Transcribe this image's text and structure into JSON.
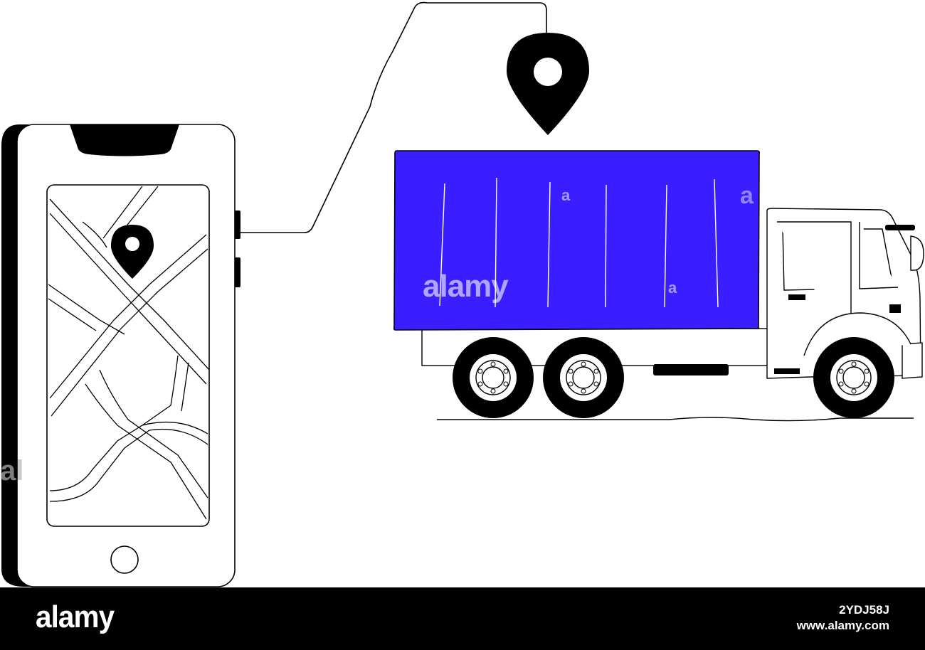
{
  "colors": {
    "container": "#3a1eff",
    "ink": "#000000",
    "paper": "#ffffff",
    "footer": "#000000"
  },
  "icons": [
    "smartphone-icon",
    "map-icon",
    "location-pin-icon",
    "truck-icon"
  ],
  "watermark": {
    "main": "alamy",
    "fragments": [
      "a",
      "a",
      "a",
      "al"
    ]
  },
  "footer": {
    "logo": "alamy",
    "image_id": "2YDJ58J",
    "url": "www.alamy.com"
  }
}
